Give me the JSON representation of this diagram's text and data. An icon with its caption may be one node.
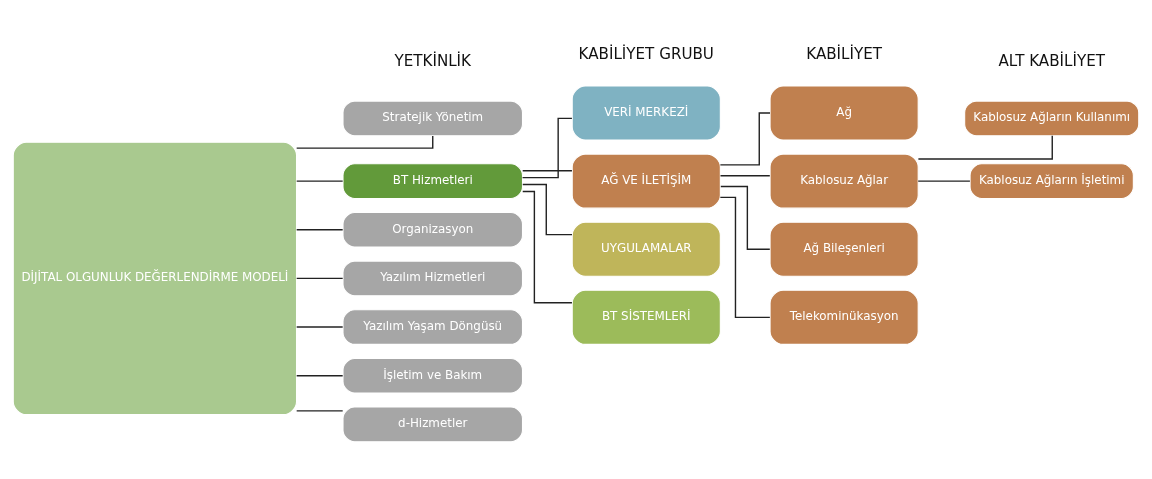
{
  "diagram": {
    "nodes": [
      {
        "text": [
          "DİJİTAL OLGUNLUK DEĞERLENDİRME MODELİ"
        ]
      },
      {
        "text": [
          "Stratejik Yönetim"
        ]
      },
      {
        "text": [
          "Organizasyon"
        ]
      },
      {
        "text": [
          "Yazılım Hizmetleri"
        ]
      },
      {
        "text": [
          "Yazılım Yaşam Döngüsü"
        ]
      },
      {
        "text": [
          "BT Hizmetleri"
        ]
      },
      {
        "text": [
          "İşletim ve Bakım"
        ]
      },
      {
        "text": [
          "d-Hizmetler"
        ]
      },
      {
        "text": [
          "VERİ MERKEZİ"
        ]
      },
      {
        "text": [
          "AĞ VE İLETİŞİM"
        ]
      },
      {
        "text": [
          "UYGULAMALAR"
        ]
      },
      {
        "text": [
          "BT SİSTEMLERİ"
        ]
      },
      {
        "text": [
          "Ağ"
        ]
      },
      {
        "text": [
          "Kablosuz Ağlar"
        ]
      },
      {
        "text": [
          "Ağ Bileşenleri"
        ]
      },
      {
        "text": [
          "Telekominükasyon"
        ]
      },
      {
        "text": [
          "Kablosuz Ağların Kullanımı"
        ]
      },
      {
        "text": [
          "Kablosuz Ağların İşletimi"
        ]
      }
    ],
    "edges": [
      {
        "from": 0,
        "to": 1,
        "arrow": "none"
      },
      {
        "from": 0,
        "to": 2,
        "arrow": "none"
      },
      {
        "from": 0,
        "to": 3,
        "arrow": "none"
      },
      {
        "from": 0,
        "to": 4,
        "arrow": "none"
      },
      {
        "from": 0,
        "to": 5,
        "arrow": "none"
      },
      {
        "from": 0,
        "to": 6,
        "arrow": "none"
      },
      {
        "from": 0,
        "to": 7,
        "arrow": "none"
      },
      {
        "from": 5,
        "to": 8,
        "arrow": "none"
      },
      {
        "from": 5,
        "to": 9,
        "arrow": "none"
      },
      {
        "from": 5,
        "to": 10,
        "arrow": "none"
      },
      {
        "from": 5,
        "to": 11,
        "arrow": "none"
      },
      {
        "from": 9,
        "to": 12,
        "arrow": "none"
      },
      {
        "from": 9,
        "to": 13,
        "arrow": "none"
      },
      {
        "from": 9,
        "to": 14,
        "arrow": "none"
      },
      {
        "from": 9,
        "to": 15,
        "arrow": "none"
      },
      {
        "from": 13,
        "to": 16,
        "arrow": "none"
      },
      {
        "from": 13,
        "to": 17,
        "arrow": "none"
      }
    ],
    "labels": [
      "YETKİNLİK",
      "KABİLİYET GRUBU",
      "KABİLİYET",
      "ALT KABİLİYET"
    ]
  }
}
